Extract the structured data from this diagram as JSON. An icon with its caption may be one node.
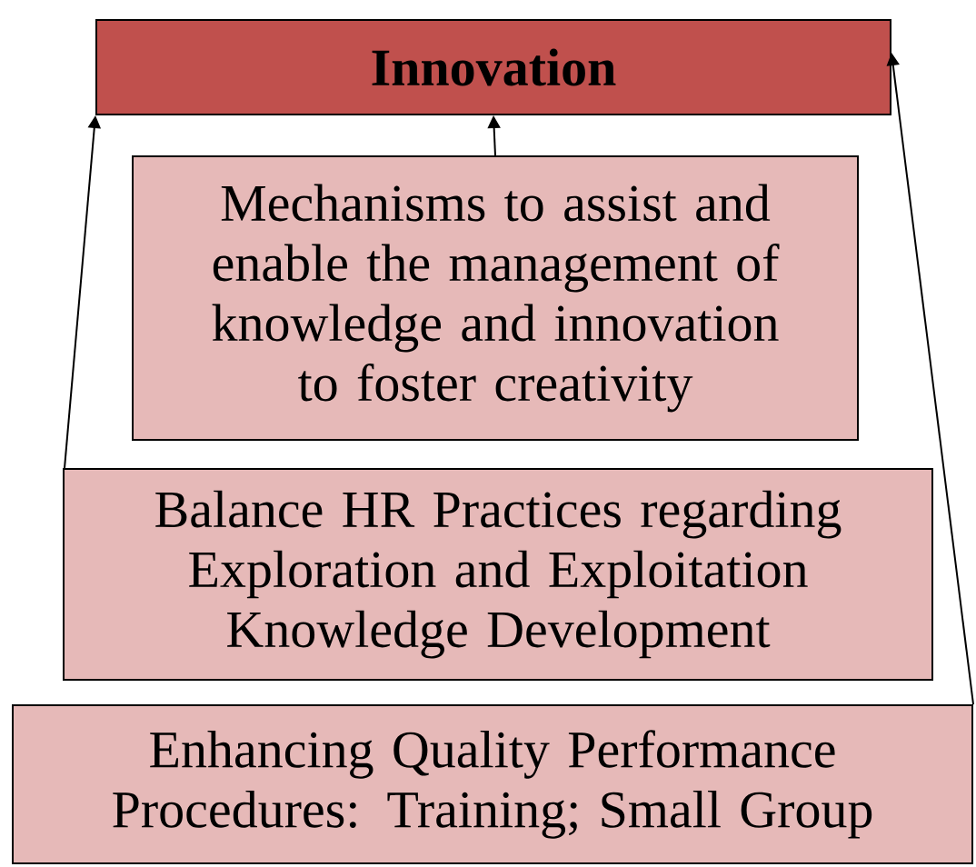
{
  "diagram": {
    "nodes": [
      {
        "text": [
          "Innovation"
        ]
      },
      {
        "text": [
          "Mechanisms to assist and enable the management of knowledge and innovation to foster creativity"
        ]
      },
      {
        "text": [
          "Balance HR Practices regarding Exploration and Exploitation Knowledge Development"
        ]
      },
      {
        "text": [
          "Enhancing Quality Performance Procedures: Training; Small Group"
        ]
      }
    ],
    "edges": [
      {
        "from": 1,
        "to": 0,
        "arrow": "to"
      },
      {
        "from": 2,
        "to": 0,
        "arrow": "to"
      },
      {
        "from": 3,
        "to": 0,
        "arrow": "to"
      }
    ]
  }
}
